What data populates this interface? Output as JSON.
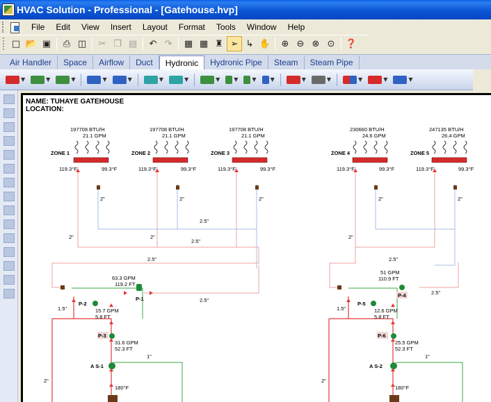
{
  "window": {
    "title": "HVAC Solution - Professional - [Gatehouse.hvp]"
  },
  "menu": [
    "File",
    "Edit",
    "View",
    "Insert",
    "Layout",
    "Format",
    "Tools",
    "Window",
    "Help"
  ],
  "toolbar": {
    "buttons": [
      "new-icon",
      "open-icon",
      "save-icon",
      "print-icon",
      "print-preview-icon",
      "cut-icon",
      "copy-icon",
      "paste-icon",
      "undo-icon",
      "redo-icon",
      "properties-icon",
      "calculator-icon",
      "paint-icon",
      "pointer-icon",
      "connect-icon",
      "pan-icon",
      "zoom-in-icon",
      "zoom-out-icon",
      "zoom-window-icon",
      "zoom-all-icon",
      "help-icon"
    ]
  },
  "tabs": [
    "Air Handler",
    "Space",
    "Airflow",
    "Duct",
    "Hydronic",
    "Hydronic Pipe",
    "Steam",
    "Steam Pipe"
  ],
  "selected_tab": "Hydronic",
  "components": [
    "boiler-icon",
    "chiller-icon",
    "pump-icon",
    "coil-icon",
    "heat-exchanger-icon",
    "tank-icon",
    "expansion-tank-icon",
    "valve-icon",
    "balancing-valve-icon",
    "strainer-icon",
    "radiator-icon",
    "air-separator-icon",
    "flow-meter-icon",
    "thermometer-icon",
    "terminal-icon"
  ],
  "colors": {
    "supply": "#e03a3a",
    "supply_pipe": "#f2a0a0",
    "return_pipe": "#a9bfe6",
    "green_pipe": "#3aa845",
    "pump": "#1f8a3a"
  },
  "drawing": {
    "name": "NAME: TUHAYE GATEHOUSE",
    "location": "LOCATION:",
    "zones": [
      {
        "label": "ZONE 1",
        "btuh": "197708 BTU/H",
        "gpm": "21.1 GPM",
        "supply": "119.3°F",
        "return": "99.3°F"
      },
      {
        "label": "ZONE 2",
        "btuh": "197708 BTU/H",
        "gpm": "21.1 GPM",
        "supply": "119.3°F",
        "return": "99.3°F"
      },
      {
        "label": "ZONE 3",
        "btuh": "197708 BTU/H",
        "gpm": "21.1 GPM",
        "supply": "119.3°F",
        "return": "99.3°F"
      },
      {
        "label": "ZONE 4",
        "btuh": "230660 BTU/H",
        "gpm": "24.6 GPM",
        "supply": "119.3°F",
        "return": "99.3°F"
      },
      {
        "label": "ZONE 5",
        "btuh": "247135 BTU/H",
        "gpm": "26.4 GPM",
        "supply": "119.3°F",
        "return": "99.3°F"
      }
    ],
    "pipe_sizes": {
      "zone1_branch": "2\"",
      "zone2_branch": "2\"",
      "zone3_branch": "2\"",
      "zone4_branch": "2\"",
      "zone5_branch": "2\"",
      "left_riser": "2\"",
      "left_header_a": "2.5\"",
      "left_header_b": "2.5\"",
      "left_header_c": "2.5\"",
      "left_return": "2.5\"",
      "left_mid": "2\"",
      "left_loop": "1.5\"",
      "left_boiler": "1\"",
      "left_bottom": "2\"",
      "right_header": "2.5\"",
      "right_return": "2.5\"",
      "right_riser": "2\"",
      "right_loop": "1.5\"",
      "right_boiler": "1\"",
      "right_bottom": "2\""
    },
    "pumps": [
      {
        "label": "P-1",
        "gpm": "63.3 GPM",
        "head": "119.2 FT"
      },
      {
        "label": "P-2",
        "gpm": "15.7 GPM",
        "head": "5.8 FT"
      },
      {
        "label": "P-3",
        "gpm": "31.6 GPM",
        "head": "52.3 FT"
      },
      {
        "label": "P-4",
        "gpm": "51 GPM",
        "head": "110.9 FT"
      },
      {
        "label": "P-5",
        "gpm": "12.6 GPM",
        "head": "5.8 FT"
      },
      {
        "label": "P-6",
        "gpm": "25.5 GPM",
        "head": "52.3 FT"
      }
    ],
    "air_separators": [
      "A S-1",
      "A S-2"
    ],
    "boiler_temps": [
      "180°F",
      "180°F"
    ]
  }
}
